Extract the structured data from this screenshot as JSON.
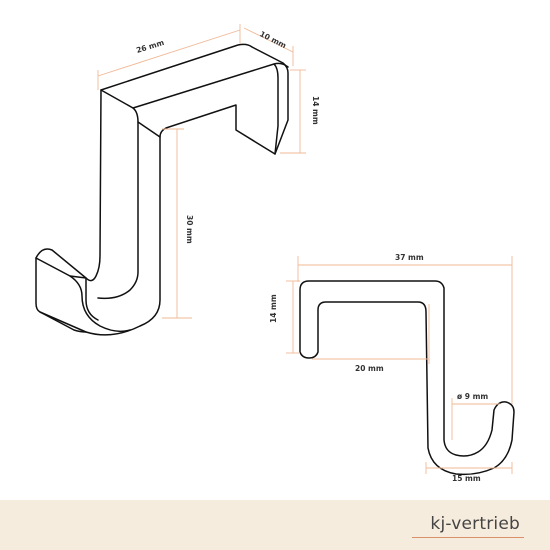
{
  "hook_a": {
    "width_label": "26 mm",
    "depth_label": "10 mm",
    "height_label": "14 mm",
    "length_label": "30 mm"
  },
  "hook_b": {
    "width_label": "37 mm",
    "height_label": "14 mm",
    "inner_label": "20 mm",
    "diameter_label": "ø 9 mm",
    "bottom_label": "15 mm"
  },
  "brand": "kj-vertrieb",
  "colors": {
    "dimension_line": "#f0b896",
    "footer_bg": "#f6ecdd",
    "brand_rule": "#d9906b"
  }
}
